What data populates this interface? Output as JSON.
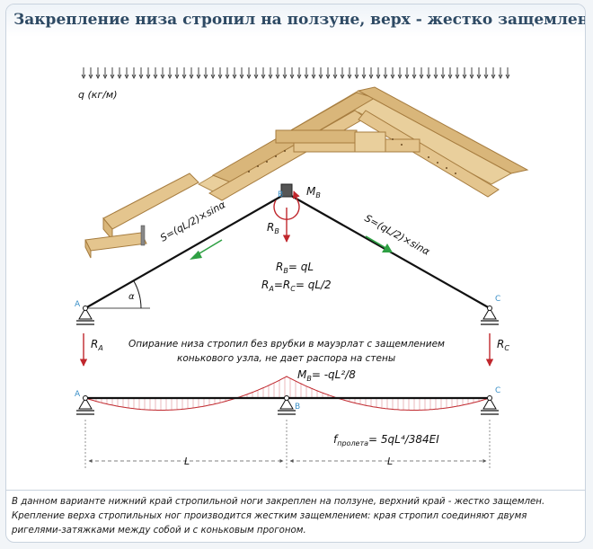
{
  "title": "Закрепление низа стропил на ползуне, верх - жестко защемлен",
  "load": {
    "label": "q (кг/м)"
  },
  "labels": {
    "node_a": "A",
    "node_b": "B",
    "node_c": "C",
    "moment_b": "M",
    "moment_b_sub": "B",
    "reaction_b": "R",
    "reaction_b_sub": "B",
    "axial_left": "S=(qL/2)×sinα",
    "axial_right": "S=(qL/2)×sinα",
    "angle": "α",
    "eq_rb": "R",
    "eq_rb_sub": "B",
    "eq_rb_rhs": "= qL",
    "eq_ra": "R",
    "eq_ra_sub": "A",
    "eq_ra_mid": "=R",
    "eq_rc_sub": "C",
    "eq_ra_rhs": "= qL/2",
    "reaction_a": "R",
    "reaction_a_sub": "A",
    "reaction_c": "R",
    "reaction_c_sub": "C",
    "note_line1": "Опирание низа стропил без врубки в мауэрлат с защемлением",
    "note_line2": "конькового узла, не дает распора на стены",
    "moment_eq": "M",
    "moment_eq_sub": "B",
    "moment_eq_rhs": "= -qL²/8",
    "deflection": "f",
    "deflection_sub": "пролета",
    "deflection_rhs": "= 5qL⁴/384EI",
    "span_left": "L",
    "span_right": "L"
  },
  "caption": {
    "line1": "В данном варианте нижний край стропильной ноги закреплен на ползуне, верхний край - жестко защемлен.",
    "line2": "Крепление верха стропильных ног производится жестким защемлением: края стропил соединяют двумя",
    "line3": "ригелями-затяжками между собой и с коньковым прогоном."
  },
  "colors": {
    "title": "#2e4a64",
    "reaction_arrow": "#c0272d",
    "axial_arrow": "#2ea043",
    "moment_fill": "#c0272d",
    "node_label": "#3a8fc7",
    "wood": "#e4c58e"
  }
}
